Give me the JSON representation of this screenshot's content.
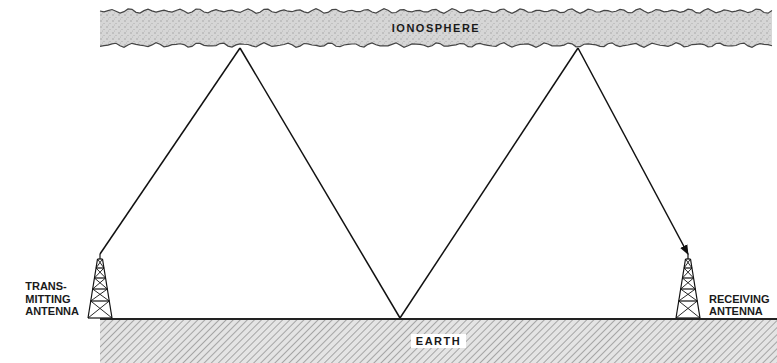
{
  "diagram": {
    "nodes": [
      {
        "text": [
          "IONOSPHERE"
        ]
      },
      {
        "text": [
          "TRANS- MITTING ANTENNA"
        ]
      },
      {
        "text": [
          "RECEIVING ANTENNA"
        ]
      },
      {
        "text": [
          "EARTH"
        ]
      }
    ],
    "edges": [
      {
        "from": 1,
        "to": 0,
        "arrow": "none"
      },
      {
        "from": 0,
        "to": 3,
        "arrow": "none"
      },
      {
        "from": 3,
        "to": 0,
        "arrow": "none"
      },
      {
        "from": 0,
        "to": 2,
        "arrow": "to"
      }
    ]
  }
}
